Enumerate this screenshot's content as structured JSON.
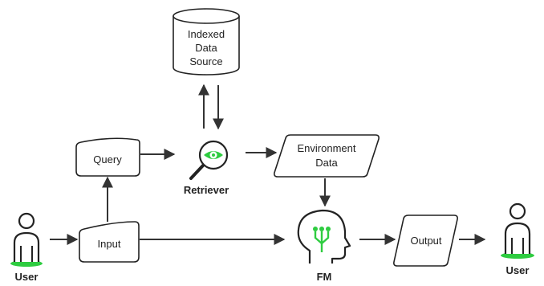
{
  "colors": {
    "line": "#333333",
    "accent_green": "#2ecc40",
    "shape_fill": "#ffffff"
  },
  "nodes": {
    "data_source": {
      "line1": "Indexed",
      "line2": "Data",
      "line3": "Source"
    },
    "query": {
      "label": "Query"
    },
    "retriever": {
      "label": "Retriever",
      "icon": "magnifier-eye-icon"
    },
    "environment": {
      "line1": "Environment",
      "line2": "Data"
    },
    "input": {
      "label": "Input"
    },
    "fm": {
      "label": "FM",
      "icon": "head-circuit-icon"
    },
    "output": {
      "label": "Output"
    },
    "user_left": {
      "label": "User",
      "icon": "person-icon"
    },
    "user_right": {
      "label": "User",
      "icon": "person-icon"
    }
  }
}
